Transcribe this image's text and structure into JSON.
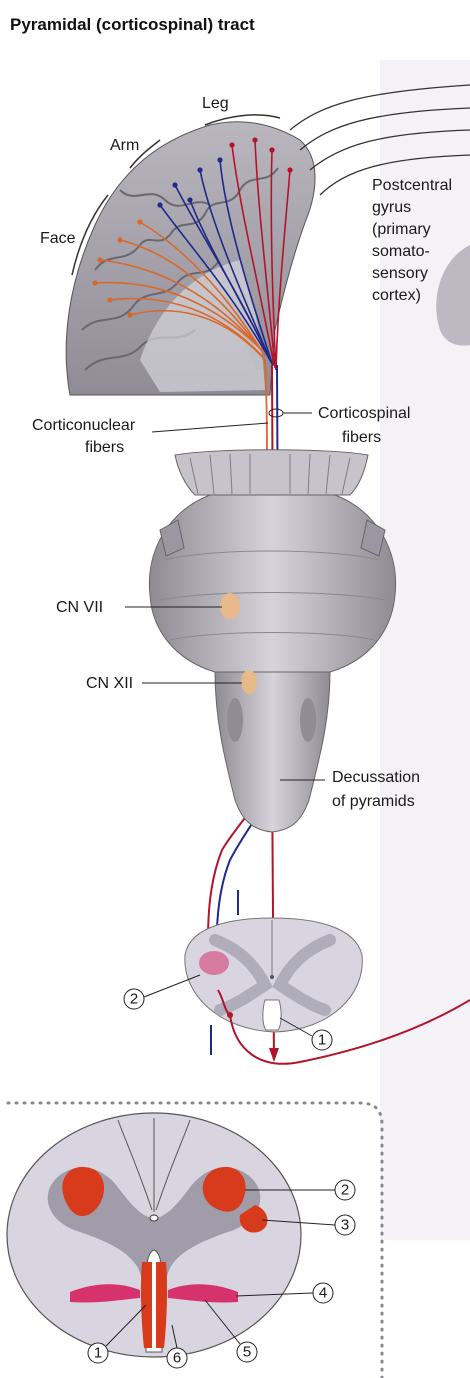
{
  "title": "Pyramidal (corticospinal) tract",
  "labels": {
    "leg": "Leg",
    "arm": "Arm",
    "face": "Face",
    "postcentral": [
      "Postcentral",
      "gyrus",
      "(primary",
      "somato-",
      "sensory",
      "cortex)"
    ],
    "corticonuclear": [
      "Corticonuclear",
      "fibers"
    ],
    "corticospinal": [
      "Corticospinal",
      "fibers"
    ],
    "cn7": "CN VII",
    "cn12": "CN XII",
    "decussation": [
      "Decussation",
      "of pyramids"
    ]
  },
  "markers": [
    "1",
    "2",
    "3",
    "4",
    "5",
    "6"
  ],
  "colors": {
    "blue_fiber": "#1f2a8a",
    "red_fiber": "#b3142a",
    "orange_fiber": "#d9692a",
    "tract_red": "#d83a1c",
    "pink": "#d6336c",
    "nucleus": "#e8b98a",
    "brain": "#c9c6cc",
    "cord": "#d8d4e0",
    "gray_matter": "#a09caa"
  }
}
